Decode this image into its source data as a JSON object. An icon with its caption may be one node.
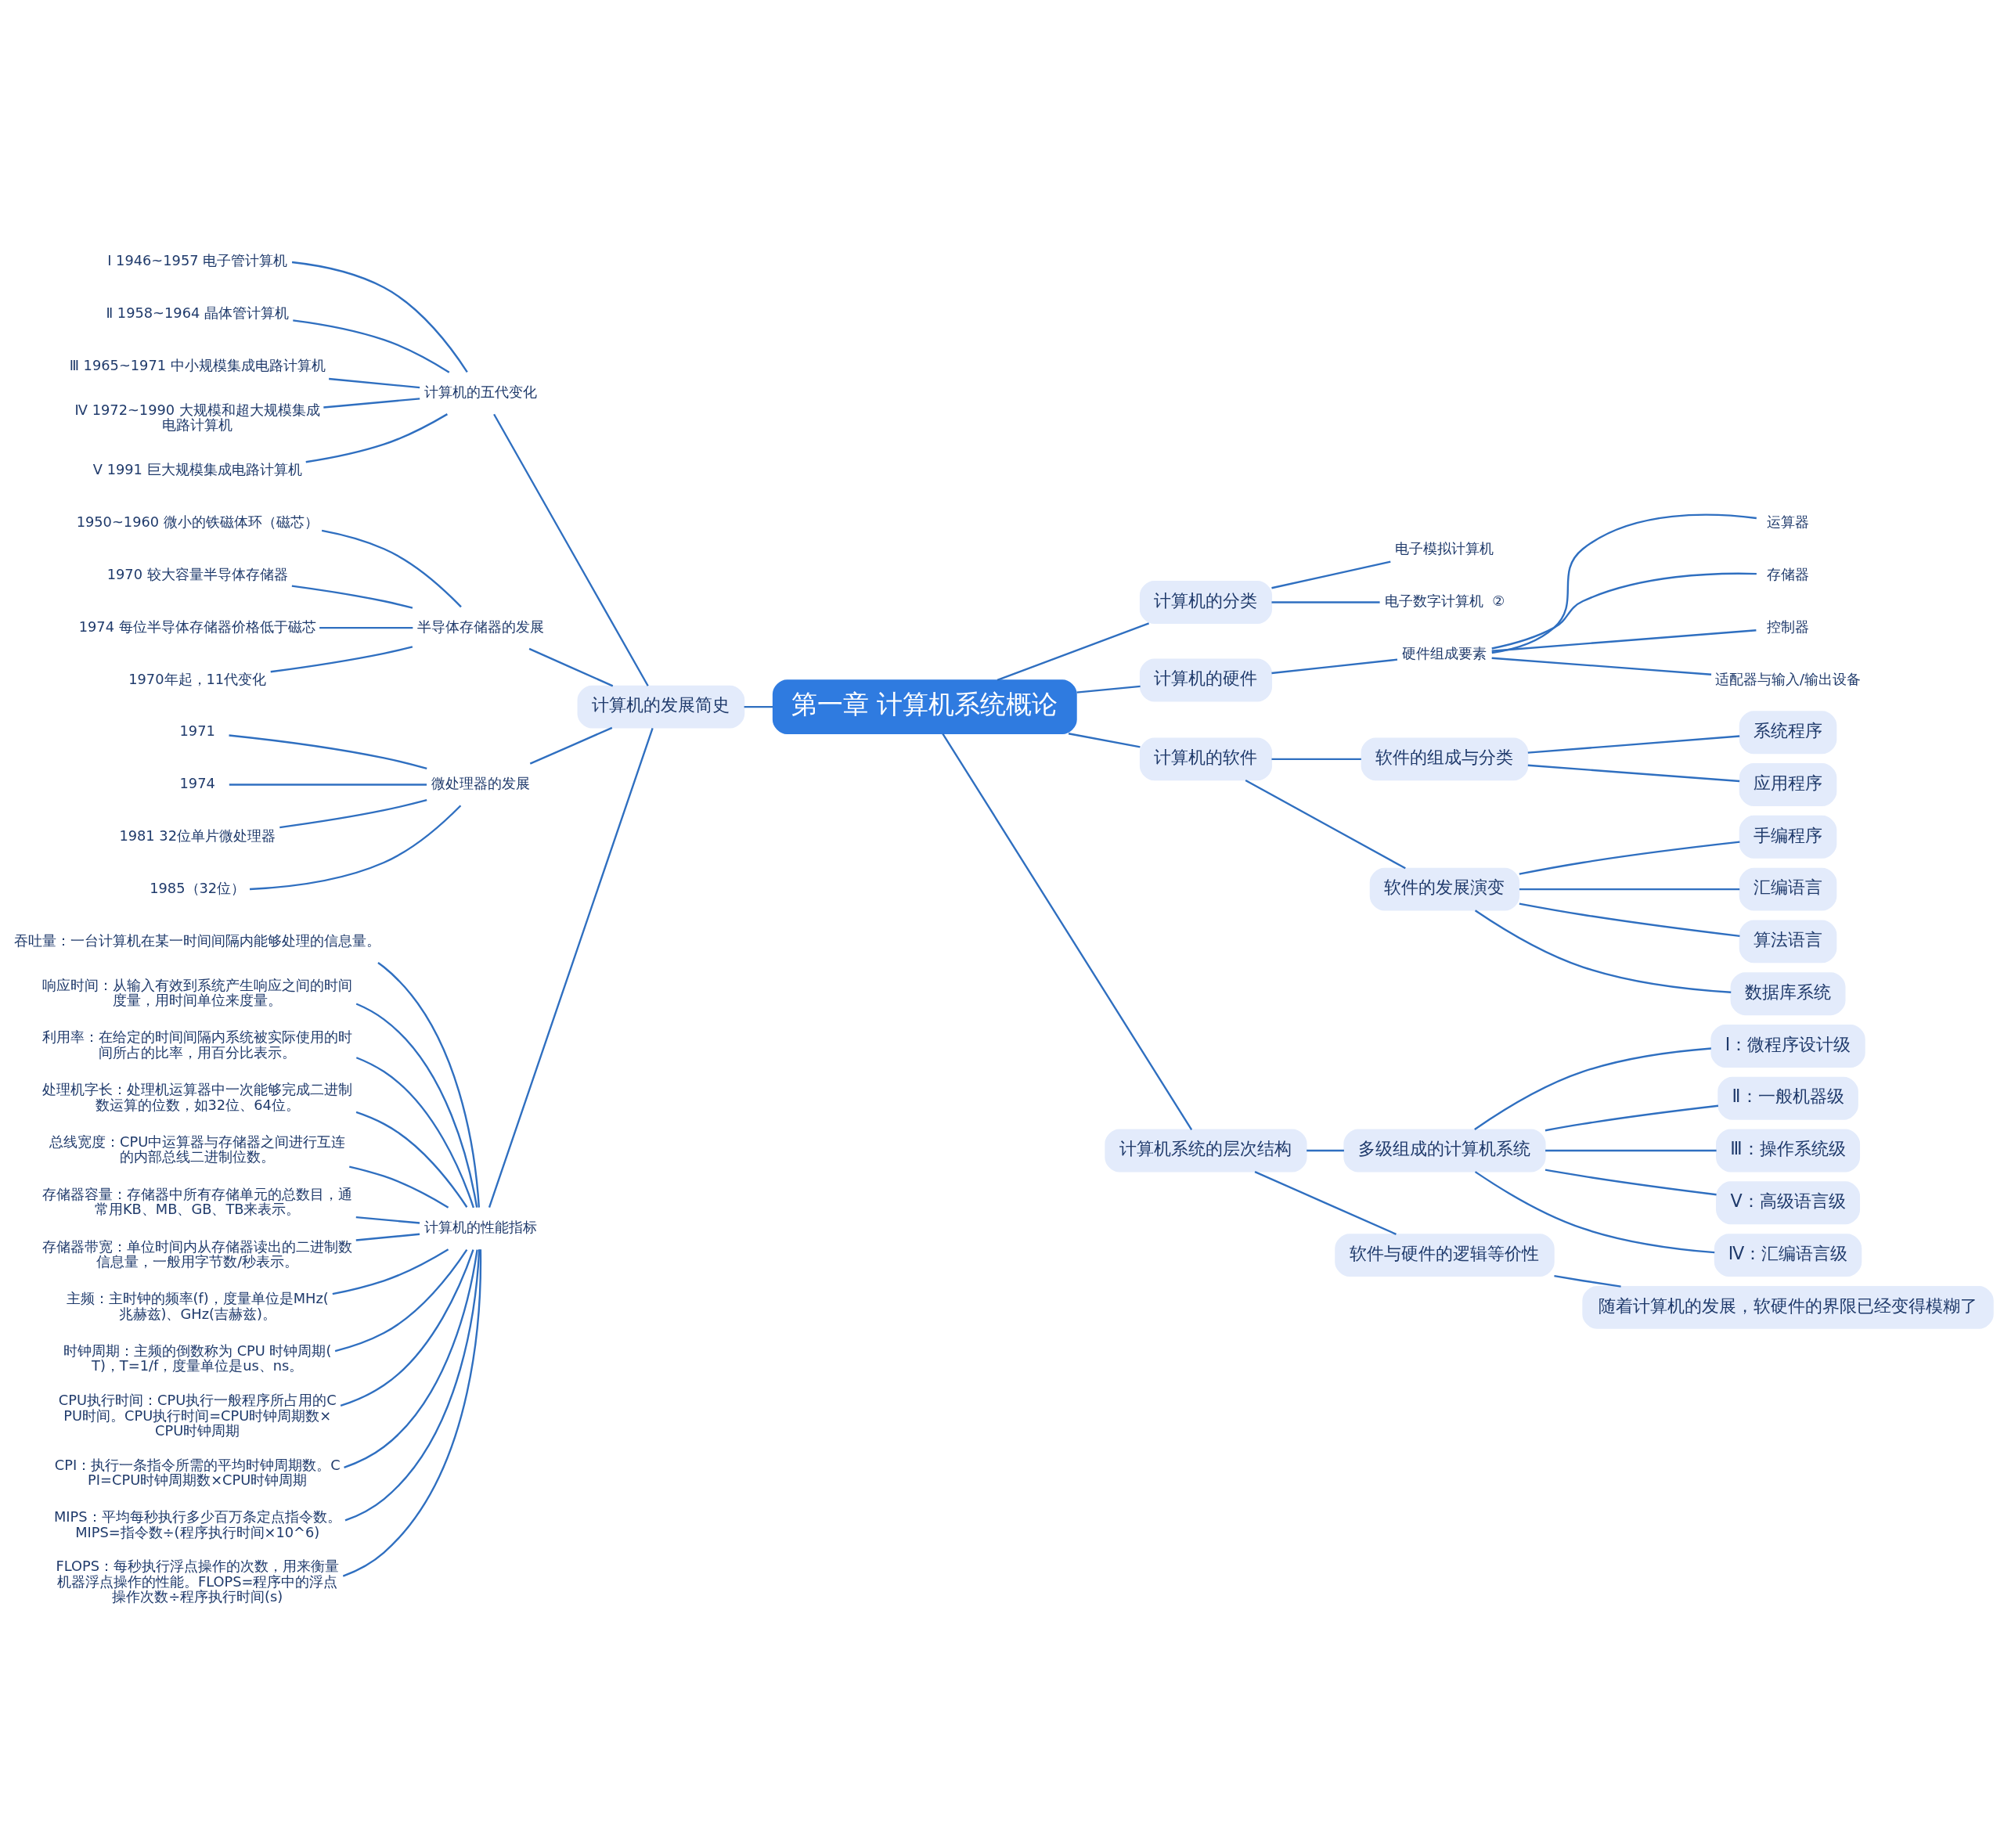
{
  "diagram": {
    "nodes": [
      {
        "text": [
          "第一章 计算机系统概论"
        ]
      },
      {
        "text": [
          "计算机的发展简史"
        ]
      },
      {
        "text": [
          "计算机的五代变化"
        ]
      },
      {
        "text": [
          "Ⅰ 1946~1957 电子管计算机"
        ]
      },
      {
        "text": [
          "Ⅱ 1958~1964 晶体管计算机"
        ]
      },
      {
        "text": [
          "Ⅲ 1965~1971 中小规模集成电路计算机"
        ]
      },
      {
        "text": [
          "Ⅳ 1972~1990 大规模和超大规模集成电路计算机"
        ]
      },
      {
        "text": [
          "Ⅴ 1991 巨大规模集成电路计算机"
        ]
      },
      {
        "text": [
          "半导体存储器的发展"
        ]
      },
      {
        "text": [
          "1950~1960 微小的铁磁体环（磁芯）"
        ]
      },
      {
        "text": [
          "1970 较大容量半导体存储器"
        ]
      },
      {
        "text": [
          "1974 每位半导体存储器价格低于磁芯"
        ]
      },
      {
        "text": [
          "1970年起，11代变化"
        ]
      },
      {
        "text": [
          "微处理器的发展"
        ]
      },
      {
        "text": [
          "1971"
        ]
      },
      {
        "text": [
          "1974"
        ]
      },
      {
        "text": [
          "1981 32位单片微处理器"
        ]
      },
      {
        "text": [
          "1985（32位）"
        ]
      },
      {
        "text": [
          "计算机的性能指标"
        ]
      },
      {
        "text": [
          "吞吐量：一台计算机在某一时间间隔内能够处理的信息量。"
        ]
      },
      {
        "text": [
          "响应时间：从输入有效到系统产生响应之间的时间度量，用时间单位来度量。"
        ]
      },
      {
        "text": [
          "利用率：在给定的时间间隔内系统被实际使用的时间所占的比率，用百分比表示。"
        ]
      },
      {
        "text": [
          "处理机字长：处理机运算器中一次能够完成二进制数运算的位数，如32位、64位。"
        ]
      },
      {
        "text": [
          "总线宽度：CPU中运算器与存储器之间进行互连的内部总线二进制位数。"
        ]
      },
      {
        "text": [
          "存储器容量：存储器中所有存储单元的总数目，通常用KB、MB、GB、TB来表示。"
        ]
      },
      {
        "text": [
          "存储器带宽：单位时间内从存储器读出的二进制数信息量，一般用字节数/秒表示。"
        ]
      },
      {
        "text": [
          "主频：主时钟的频率(f)，度量单位是MHz(兆赫兹)、GHz(吉赫兹)。"
        ]
      },
      {
        "text": [
          "时钟周期：主频的倒数称为 CPU 时钟周期(T)，T=1/f，度量单位是us、ns。"
        ]
      },
      {
        "text": [
          "CPU执行时间：CPU执行一般程序所占用的CPU时间。CPU执行时间=CPU时钟周期数×CPU时钟周期"
        ]
      },
      {
        "text": [
          "CPI：执行一条指令所需的平均时钟周期数。CPI=CPU时钟周期数×CPU时钟周期"
        ]
      },
      {
        "text": [
          "MIPS：平均每秒执行多少百万条定点指令数。MIPS=指令数÷(程序执行时间×10^6)"
        ]
      },
      {
        "text": [
          "FLOPS：每秒执行浮点操作的次数，用来衡量机器浮点操作的性能。FLOPS=程序中的浮点操作次数÷程序执行时间(s)"
        ]
      },
      {
        "text": [
          "计算机的分类"
        ]
      },
      {
        "text": [
          "电子模拟计算机"
        ]
      },
      {
        "text": [
          "电子数字计算机"
        ],
        "beside": [
          "②"
        ]
      },
      {
        "text": [
          "计算机的硬件"
        ]
      },
      {
        "text": [
          "硬件组成要素"
        ]
      },
      {
        "text": [
          "运算器"
        ]
      },
      {
        "text": [
          "存储器"
        ]
      },
      {
        "text": [
          "控制器"
        ]
      },
      {
        "text": [
          "适配器与输入/输出设备"
        ]
      },
      {
        "text": [
          "计算机的软件"
        ]
      },
      {
        "text": [
          "软件的组成与分类"
        ]
      },
      {
        "text": [
          "系统程序"
        ]
      },
      {
        "text": [
          "应用程序"
        ]
      },
      {
        "text": [
          "软件的发展演变"
        ]
      },
      {
        "text": [
          "手编程序"
        ]
      },
      {
        "text": [
          "汇编语言"
        ]
      },
      {
        "text": [
          "算法语言"
        ]
      },
      {
        "text": [
          "数据库系统"
        ]
      },
      {
        "text": [
          "计算机系统的层次结构"
        ]
      },
      {
        "text": [
          "多级组成的计算机系统"
        ]
      },
      {
        "text": [
          "Ⅰ：微程序设计级"
        ]
      },
      {
        "text": [
          "Ⅱ：一般机器级"
        ]
      },
      {
        "text": [
          "Ⅲ：操作系统级"
        ]
      },
      {
        "text": [
          "Ⅴ：高级语言级"
        ]
      },
      {
        "text": [
          "Ⅳ：汇编语言级"
        ]
      },
      {
        "text": [
          "软件与硬件的逻辑等价性"
        ]
      },
      {
        "text": [
          "随着计算机的发展，软硬件的界限已经变得模糊了"
        ]
      }
    ],
    "edges": [
      {
        "from": 0,
        "to": 1,
        "arrow": "none"
      },
      {
        "from": 1,
        "to": 2,
        "arrow": "none"
      },
      {
        "from": 2,
        "to": 3,
        "arrow": "none"
      },
      {
        "from": 2,
        "to": 4,
        "arrow": "none"
      },
      {
        "from": 2,
        "to": 5,
        "arrow": "none"
      },
      {
        "from": 2,
        "to": 6,
        "arrow": "none"
      },
      {
        "from": 2,
        "to": 7,
        "arrow": "none"
      },
      {
        "from": 1,
        "to": 8,
        "arrow": "none"
      },
      {
        "from": 8,
        "to": 9,
        "arrow": "none"
      },
      {
        "from": 8,
        "to": 10,
        "arrow": "none"
      },
      {
        "from": 8,
        "to": 11,
        "arrow": "none"
      },
      {
        "from": 8,
        "to": 12,
        "arrow": "none"
      },
      {
        "from": 1,
        "to": 13,
        "arrow": "none"
      },
      {
        "from": 13,
        "to": 14,
        "arrow": "none"
      },
      {
        "from": 13,
        "to": 15,
        "arrow": "none"
      },
      {
        "from": 13,
        "to": 16,
        "arrow": "none"
      },
      {
        "from": 13,
        "to": 17,
        "arrow": "none"
      },
      {
        "from": 1,
        "to": 18,
        "arrow": "none"
      },
      {
        "from": 18,
        "to": 19,
        "arrow": "none"
      },
      {
        "from": 18,
        "to": 20,
        "arrow": "none"
      },
      {
        "from": 18,
        "to": 21,
        "arrow": "none"
      },
      {
        "from": 18,
        "to": 22,
        "arrow": "none"
      },
      {
        "from": 18,
        "to": 23,
        "arrow": "none"
      },
      {
        "from": 18,
        "to": 24,
        "arrow": "none"
      },
      {
        "from": 18,
        "to": 25,
        "arrow": "none"
      },
      {
        "from": 18,
        "to": 26,
        "arrow": "none"
      },
      {
        "from": 18,
        "to": 27,
        "arrow": "none"
      },
      {
        "from": 18,
        "to": 28,
        "arrow": "none"
      },
      {
        "from": 18,
        "to": 29,
        "arrow": "none"
      },
      {
        "from": 18,
        "to": 30,
        "arrow": "none"
      },
      {
        "from": 18,
        "to": 31,
        "arrow": "none"
      },
      {
        "from": 0,
        "to": 32,
        "arrow": "none"
      },
      {
        "from": 32,
        "to": 33,
        "arrow": "none"
      },
      {
        "from": 32,
        "to": 34,
        "arrow": "none"
      },
      {
        "from": 0,
        "to": 35,
        "arrow": "none"
      },
      {
        "from": 35,
        "to": 36,
        "arrow": "none"
      },
      {
        "from": 36,
        "to": 37,
        "arrow": "none"
      },
      {
        "from": 36,
        "to": 38,
        "arrow": "none"
      },
      {
        "from": 36,
        "to": 39,
        "arrow": "none"
      },
      {
        "from": 36,
        "to": 40,
        "arrow": "none"
      },
      {
        "from": 0,
        "to": 41,
        "arrow": "none"
      },
      {
        "from": 41,
        "to": 42,
        "arrow": "none"
      },
      {
        "from": 42,
        "to": 43,
        "arrow": "none"
      },
      {
        "from": 42,
        "to": 44,
        "arrow": "none"
      },
      {
        "from": 41,
        "to": 45,
        "arrow": "none"
      },
      {
        "from": 45,
        "to": 46,
        "arrow": "none"
      },
      {
        "from": 45,
        "to": 47,
        "arrow": "none"
      },
      {
        "from": 45,
        "to": 48,
        "arrow": "none"
      },
      {
        "from": 45,
        "to": 49,
        "arrow": "none"
      },
      {
        "from": 0,
        "to": 50,
        "arrow": "none"
      },
      {
        "from": 50,
        "to": 51,
        "arrow": "none"
      },
      {
        "from": 51,
        "to": 52,
        "arrow": "none"
      },
      {
        "from": 51,
        "to": 53,
        "arrow": "none"
      },
      {
        "from": 51,
        "to": 54,
        "arrow": "none"
      },
      {
        "from": 51,
        "to": 55,
        "arrow": "none"
      },
      {
        "from": 51,
        "to": 56,
        "arrow": "none"
      },
      {
        "from": 50,
        "to": 57,
        "arrow": "none"
      },
      {
        "from": 57,
        "to": 58,
        "arrow": "none"
      }
    ]
  }
}
